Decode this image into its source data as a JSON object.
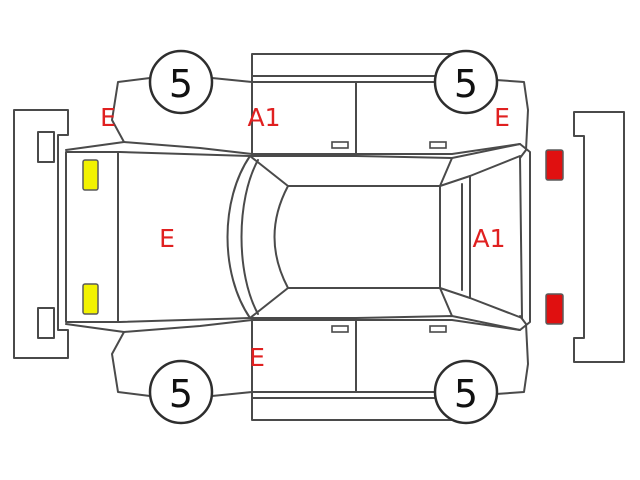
{
  "colors": {
    "damage_text": "#e02020",
    "front_lamp": "#f2f200",
    "rear_lamp": "#e01010",
    "outline": "#4a4a4a"
  },
  "wheels": {
    "front_left": "5",
    "rear_left": "5",
    "front_right": "5",
    "rear_right": "5"
  },
  "marks": {
    "front_fender_left": "E",
    "front_door_left": "A1",
    "rear_fender_left": "E",
    "hood": "E",
    "trunk": "A1",
    "front_door_right": "E"
  }
}
